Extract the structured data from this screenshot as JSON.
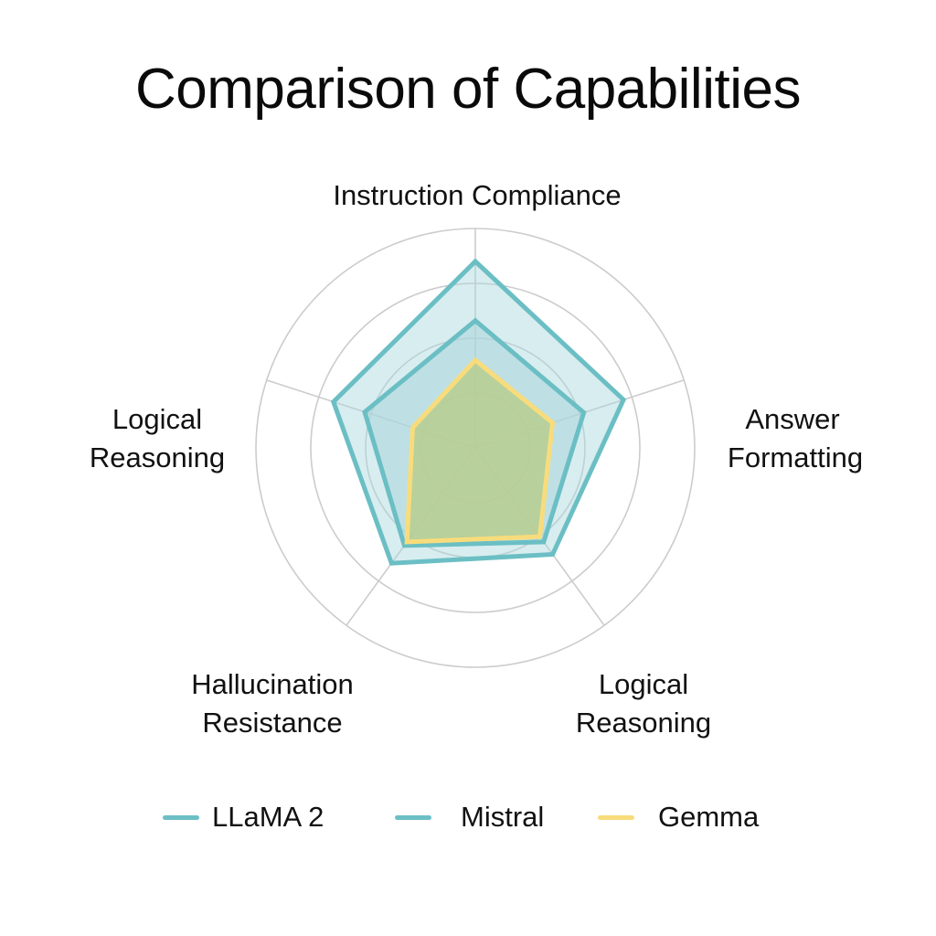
{
  "title": "Comparison of Capabilities",
  "axes": [
    {
      "label_line1": "Instruction Compliance",
      "label_line2": ""
    },
    {
      "label_line1": "Answer",
      "label_line2": "Formatting"
    },
    {
      "label_line1": "Logical",
      "label_line2": "Reasoning"
    },
    {
      "label_line1": "Hallucination",
      "label_line2": "Resistance"
    },
    {
      "label_line1": "Logical",
      "label_line2": "Reasoning"
    }
  ],
  "legend": [
    {
      "name": "LLaMA 2",
      "color": "#6bbfc4"
    },
    {
      "name": "Mistral",
      "color": "#6bbfc4"
    },
    {
      "name": "Gemma",
      "color": "#f8dc7c"
    }
  ],
  "colors": {
    "teal_stroke": "#6bbfc4",
    "teal_fill": "#a9d6db",
    "gemma_stroke": "#f8dc7c",
    "gemma_fill": "#b7cc8f",
    "grid": "#cccccc"
  },
  "chart_data": {
    "type": "radar",
    "title": "Comparison of Capabilities",
    "categories": [
      "Instruction Compliance",
      "Answer Formatting",
      "Logical Reasoning",
      "Hallucination Resistance",
      "Logical Reasoning"
    ],
    "series": [
      {
        "name": "LLaMA 2",
        "values": [
          0.85,
          0.71,
          0.6,
          0.65,
          0.68
        ]
      },
      {
        "name": "Mistral",
        "values": [
          0.58,
          0.52,
          0.53,
          0.55,
          0.53
        ]
      },
      {
        "name": "Gemma",
        "values": [
          0.4,
          0.37,
          0.5,
          0.53,
          0.3
        ]
      }
    ],
    "rlim": [
      0,
      1
    ],
    "grid_rings": [
      0.25,
      0.5,
      0.75,
      1.0
    ],
    "grid": true,
    "tick_labels_shown": false,
    "legend_position": "bottom"
  }
}
